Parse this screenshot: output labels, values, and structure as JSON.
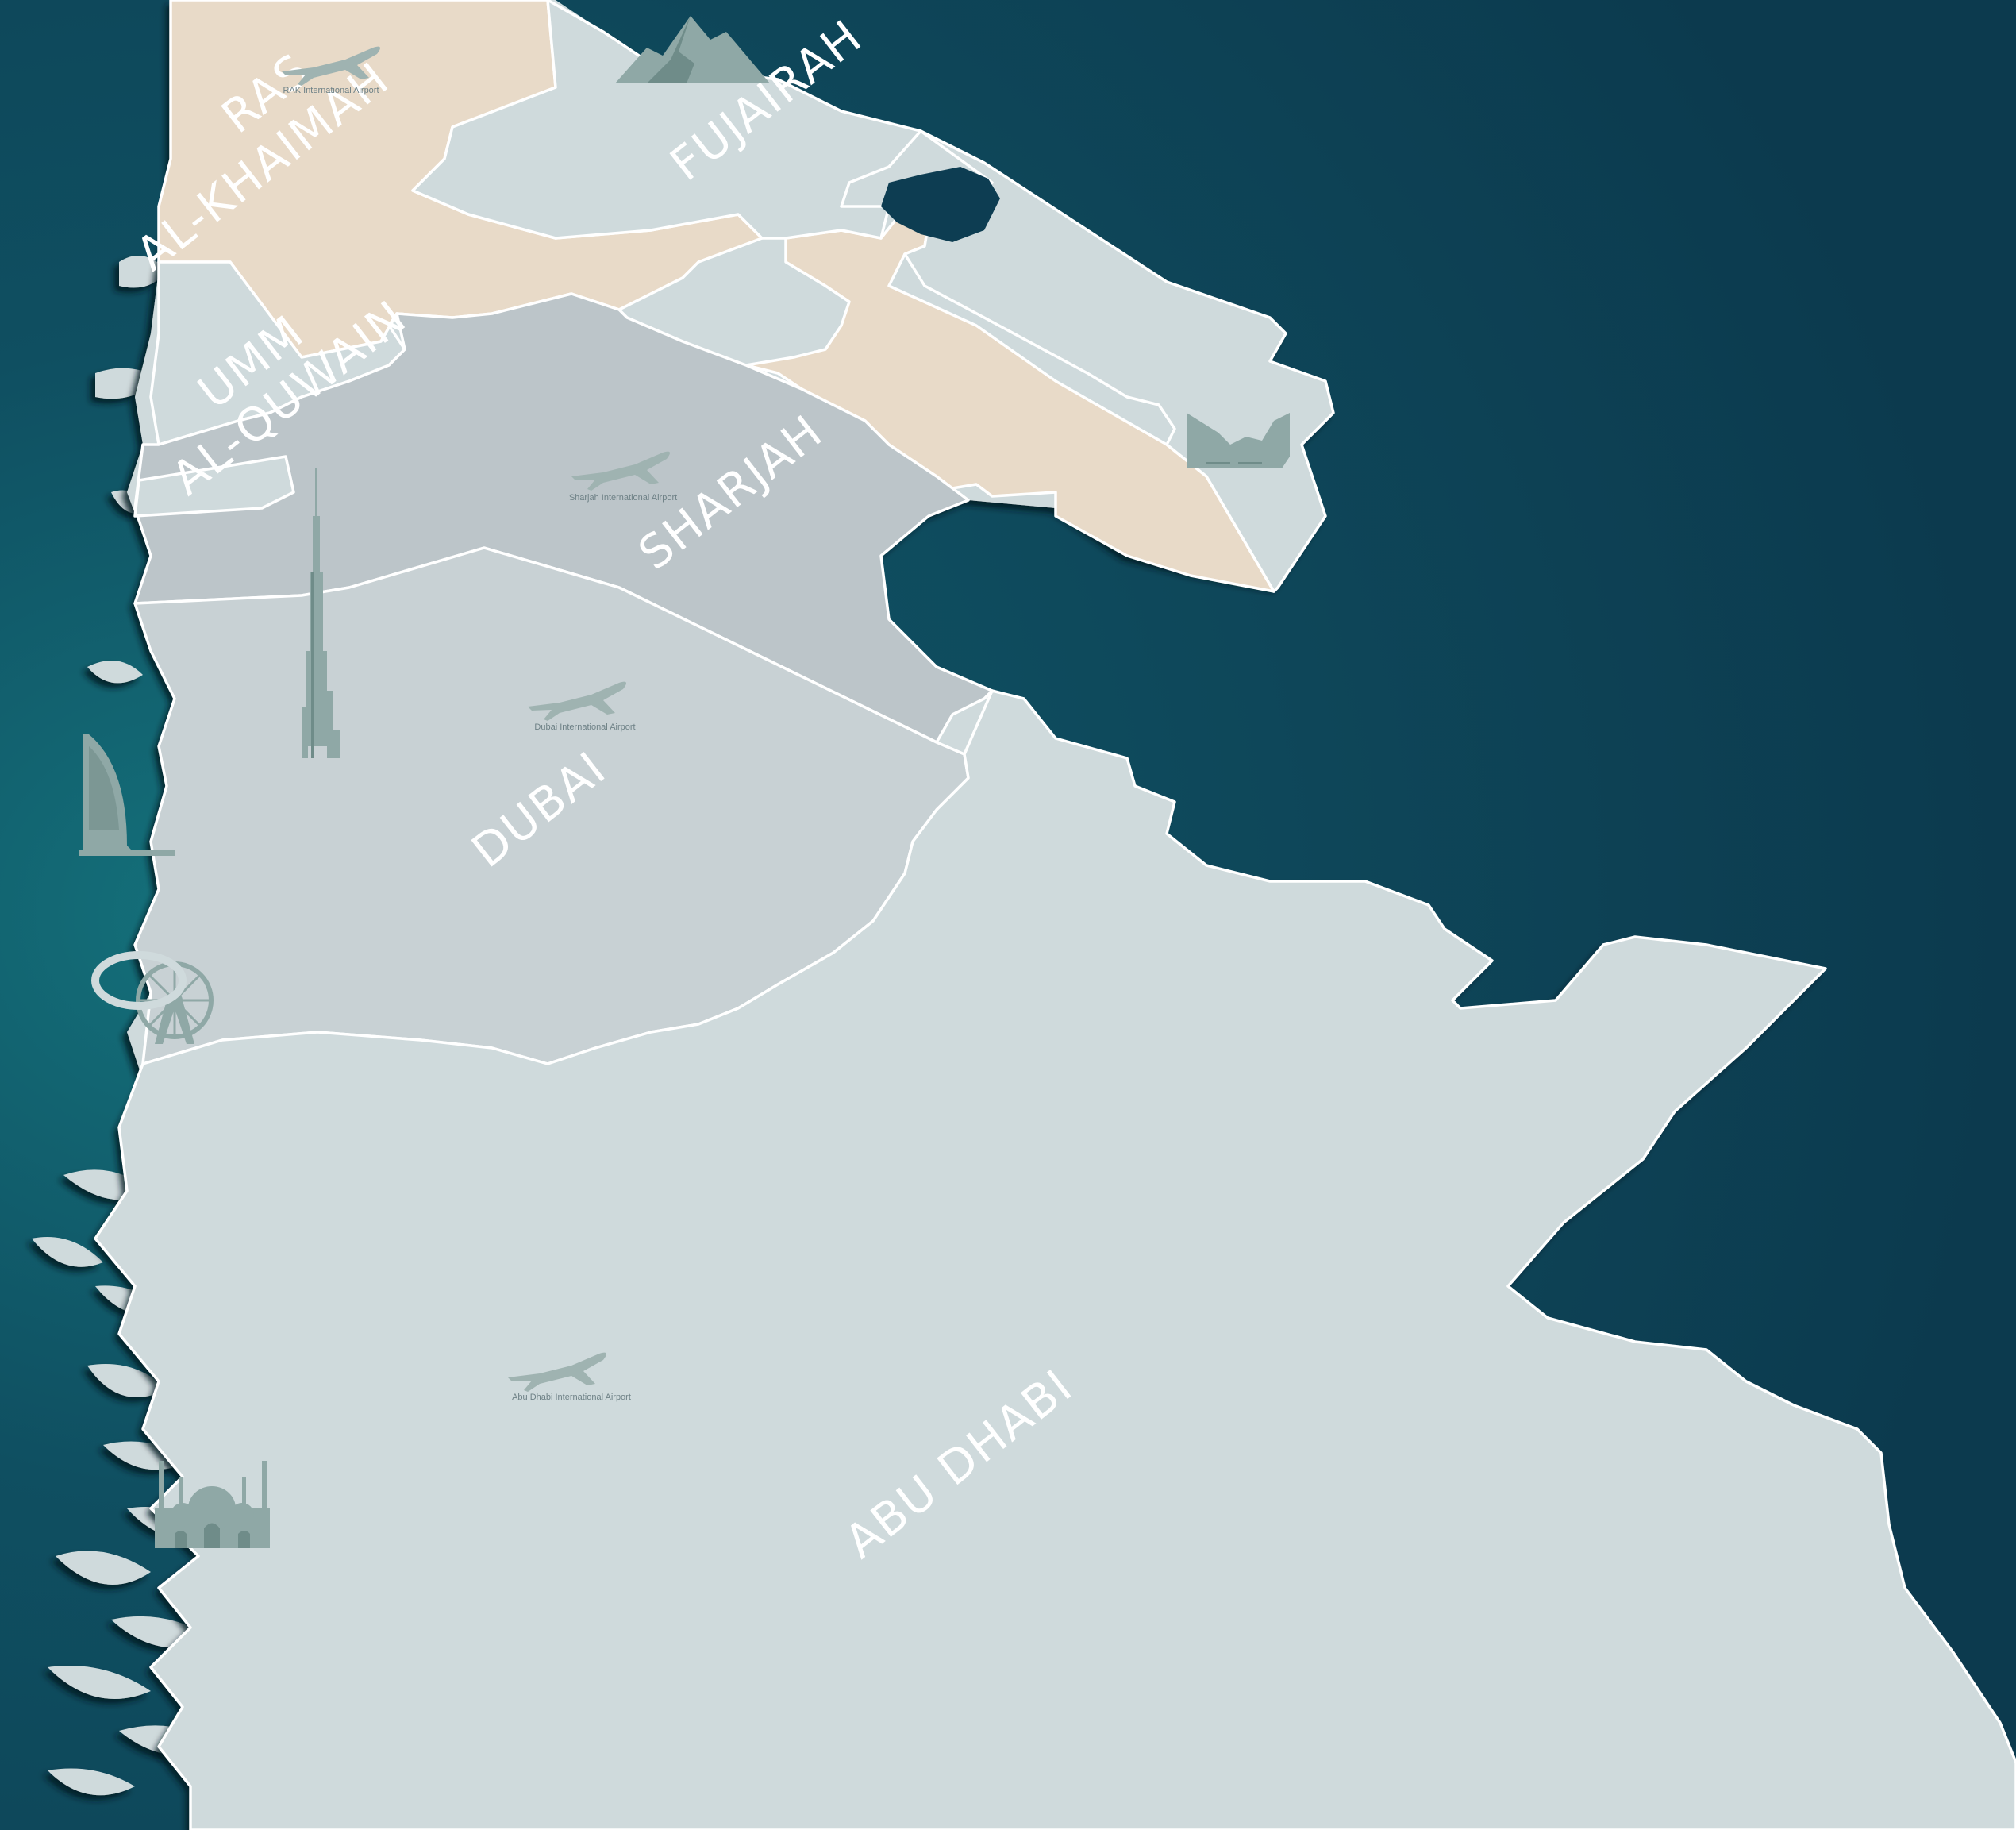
{
  "map": {
    "colors": {
      "sea": "#0d3d52",
      "sea_light": "#135f6e",
      "land": "#cfdadc",
      "ras_al_khaimah": "#e8dac8",
      "sharjah": "#bcc5c9",
      "dubai": "#c8d1d4",
      "abu_dhabi": "#cfdadc",
      "border": "#ffffff",
      "landmark": "#8fa8a6"
    },
    "emirates": [
      {
        "id": "ras-al-khaimah",
        "line1": "RAS",
        "line2": "AL-KHAIMAH"
      },
      {
        "id": "fujairah",
        "label": "FUJAIRAH"
      },
      {
        "id": "umm-al-quwain",
        "line1": "UMM",
        "line2": "AL-QUWAIN"
      },
      {
        "id": "sharjah",
        "label": "SHARJAH"
      },
      {
        "id": "dubai",
        "label": "DUBAI"
      },
      {
        "id": "abu-dhabi",
        "label": "ABU DHABI"
      }
    ],
    "airports": [
      {
        "id": "rak",
        "label": "RAK International Airport"
      },
      {
        "id": "sharjah",
        "label": "Sharjah International Airport"
      },
      {
        "id": "dubai",
        "label": "Dubai International Airport"
      },
      {
        "id": "abu-dhabi",
        "label": "Abu Dhabi International Airport"
      }
    ],
    "landmarks": [
      "mountain-icon",
      "fort-icon",
      "burj-khalifa-icon",
      "burj-al-arab-icon",
      "ferris-wheel-icon",
      "mosque-icon"
    ]
  }
}
